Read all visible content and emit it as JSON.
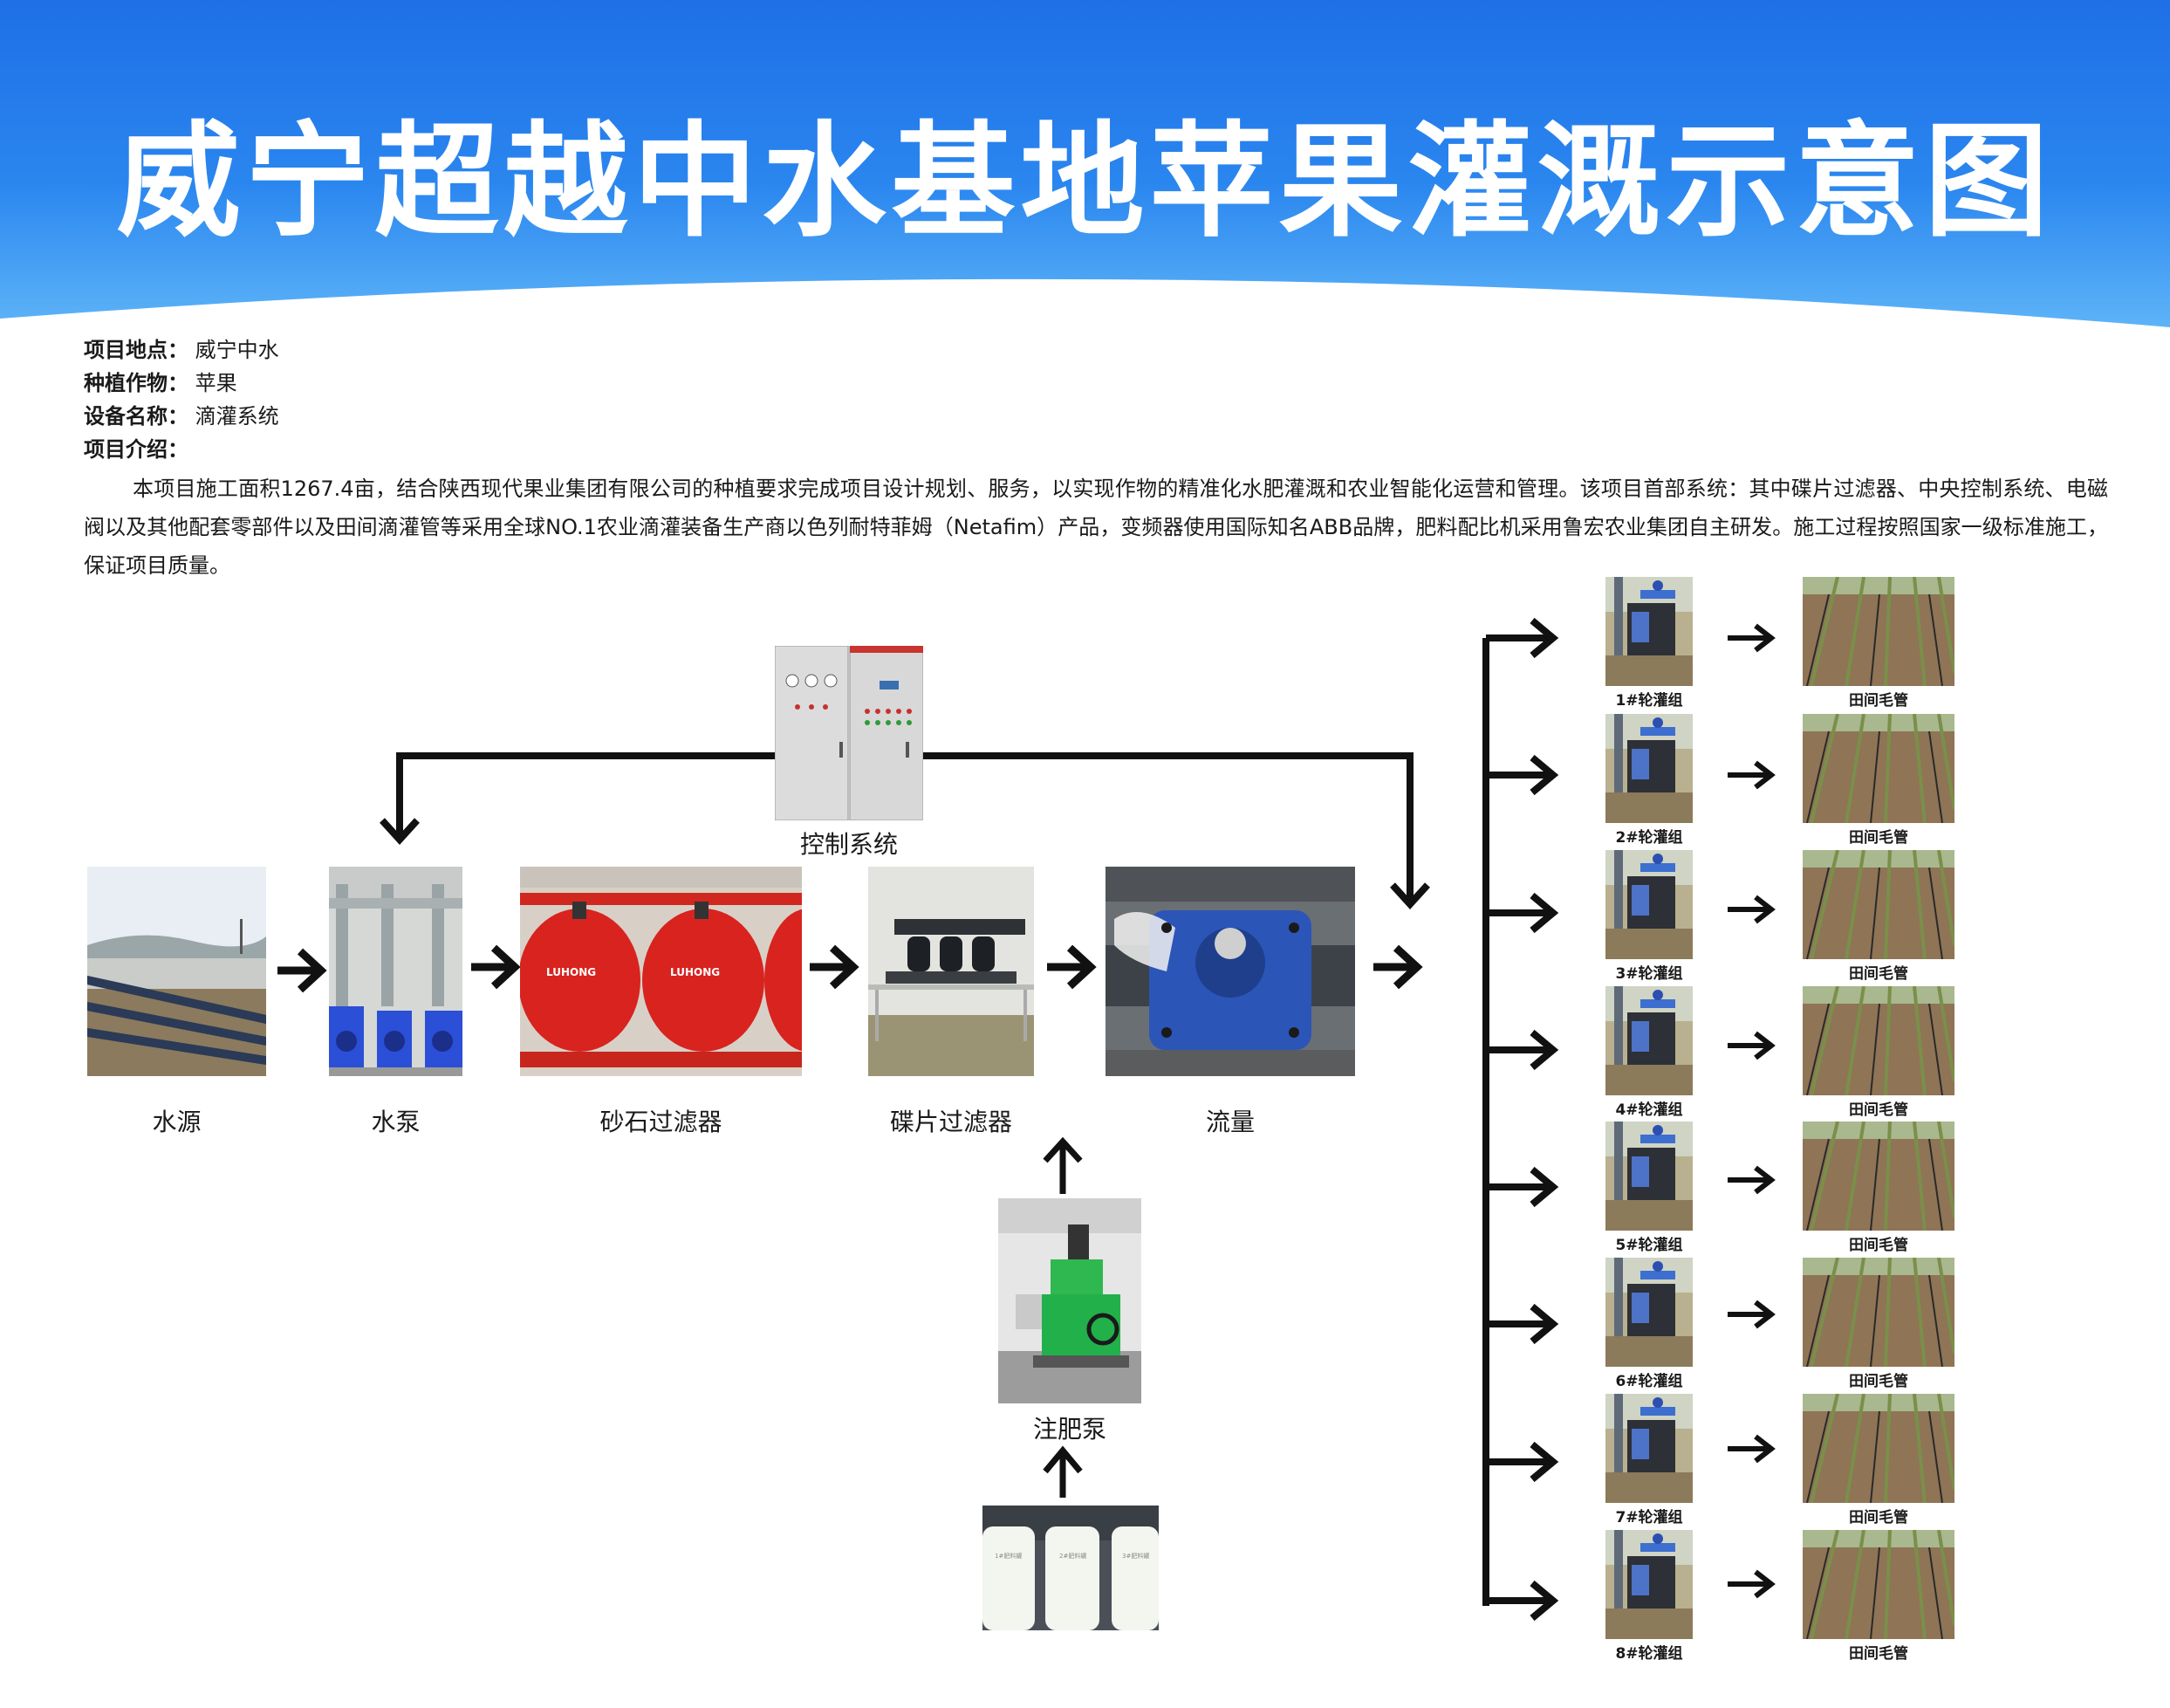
{
  "title": "威宁超越中水基地苹果灌溉示意图",
  "info": {
    "location_key": "项目地点：",
    "location_value": "威宁中水",
    "crop_key": "种植作物：",
    "crop_value": "苹果",
    "equipment_key": "设备名称：",
    "equipment_value": "滴灌系统",
    "intro_key": "项目介绍：",
    "intro_text": "本项目施工面积1267.4亩，结合陕西现代果业集团有限公司的种植要求完成项目设计规划、服务，以实现作物的精准化水肥灌溉和农业智能化运营和管理。该项目首部系统：其中碟片过滤器、中央控制系统、电磁阀以及其他配套零部件以及田间滴灌管等采用全球NO.1农业滴灌装备生产商以色列耐特菲姆（Netafim）产品，变频器使用国际知名ABB品牌，肥料配比机采用鲁宏农业集团自主研发。施工过程按照国家一级标准施工，保证项目质量。"
  },
  "flow": {
    "control": "控制系统",
    "water_source": "水源",
    "pump": "水泵",
    "sand_filter": "砂石过滤器",
    "disc_filter": "碟片过滤器",
    "flow": "流量",
    "fert_pump": "注肥泵"
  },
  "tank_labels": [
    "1#肥料罐",
    "2#肥料罐",
    "3#肥料罐"
  ],
  "filter_brand": "LUHONG",
  "groups": [
    {
      "group": "1#轮灌组",
      "field": "田间毛管"
    },
    {
      "group": "2#轮灌组",
      "field": "田间毛管"
    },
    {
      "group": "3#轮灌组",
      "field": "田间毛管"
    },
    {
      "group": "4#轮灌组",
      "field": "田间毛管"
    },
    {
      "group": "5#轮灌组",
      "field": "田间毛管"
    },
    {
      "group": "6#轮灌组",
      "field": "田间毛管"
    },
    {
      "group": "7#轮灌组",
      "field": "田间毛管"
    },
    {
      "group": "8#轮灌组",
      "field": "田间毛管"
    }
  ],
  "colors": {
    "banner_top": "#1f6fe6",
    "banner_bottom": "#5fb5f8",
    "arrow": "#111111",
    "filter_red": "#d8231f",
    "pump_blue": "#1f4fd0",
    "fert_green": "#22b04b"
  }
}
